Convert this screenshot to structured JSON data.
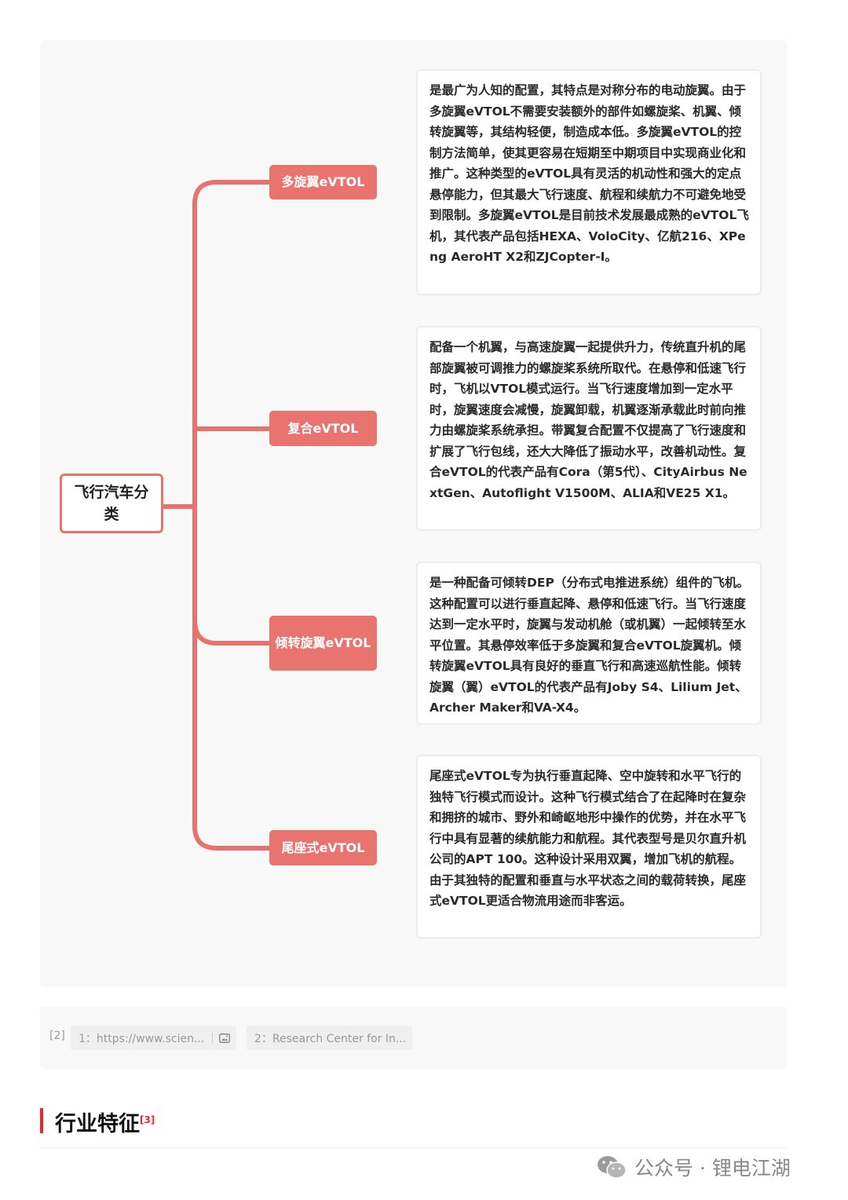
{
  "diagram": {
    "root": "飞行汽车分类",
    "branches": [
      {
        "label": "多旋翼eVTOL",
        "description": "是最广为人知的配置，其特点是对称分布的电动旋翼。由于多旋翼eVTOL不需要安装额外的部件如螺旋桨、机翼、倾转旋翼等，其结构轻便，制造成本低。多旋翼eVTOL的控制方法简单，使其更容易在短期至中期项目中实现商业化和推广。这种类型的eVTOL具有灵活的机动性和强大的定点悬停能力，但其最大飞行速度、航程和续航力不可避免地受到限制。多旋翼eVTOL是目前技术发展最成熟的eVTOL飞机，其代表产品包括HEXA、VoloCity、亿航216、XPeng AeroHT X2和ZJCopter-I。"
      },
      {
        "label": "复合eVTOL",
        "description": "配备一个机翼，与高速旋翼一起提供升力，传统直升机的尾部旋翼被可调推力的螺旋桨系统所取代。在悬停和低速飞行时，飞机以VTOL模式运行。当飞行速度增加到一定水平时，旋翼速度会减慢，旋翼卸载，机翼逐渐承载此时前向推力由螺旋桨系统承担。带翼复合配置不仅提高了飞行速度和扩展了飞行包线，还大大降低了振动水平，改善机动性。复合eVTOL的代表产品有Cora（第5代）、CityAirbus NextGen、Autoflight V1500M、ALIA和VE25 X1。"
      },
      {
        "label": "倾转旋翼eVTOL",
        "description": "是一种配备可倾转DEP（分布式电推进系统）组件的飞机。这种配置可以进行垂直起降、悬停和低速飞行。当飞行速度达到一定水平时，旋翼与发动机舱（或机翼）一起倾转至水平位置。其悬停效率低于多旋翼和复合eVTOL旋翼机。倾转旋翼eVTOL具有良好的垂直飞行和高速巡航性能。倾转旋翼（翼）eVTOL的代表产品有Joby S4、Lilium Jet、Archer Maker和VA-X4。"
      },
      {
        "label": "尾座式eVTOL",
        "description": "尾座式eVTOL专为执行垂直起降、空中旋转和水平飞行的独特飞行模式而设计。这种飞行模式结合了在起降时在复杂和拥挤的城市、野外和崎岖地形中操作的优势，并在水平飞行中具有显著的续航能力和航程。其代表型号是贝尔直升机公司的APT 100。这种设计采用双翼，增加飞机的航程。由于其独特的配置和垂直与水平状态之间的载荷转换，尾座式eVTOL更适合物流用途而非客运。"
      }
    ]
  },
  "references": {
    "index": "[2]",
    "items": [
      "1：https://www.scien...",
      "2：Research Center for In..."
    ]
  },
  "section": {
    "title": "行业特征",
    "ref": "[3]"
  },
  "watermark": "公众号 · 锂电江湖",
  "colors": {
    "accent": "#e9736e",
    "connector": "#e8736e",
    "section_bar": "#e8262b"
  }
}
